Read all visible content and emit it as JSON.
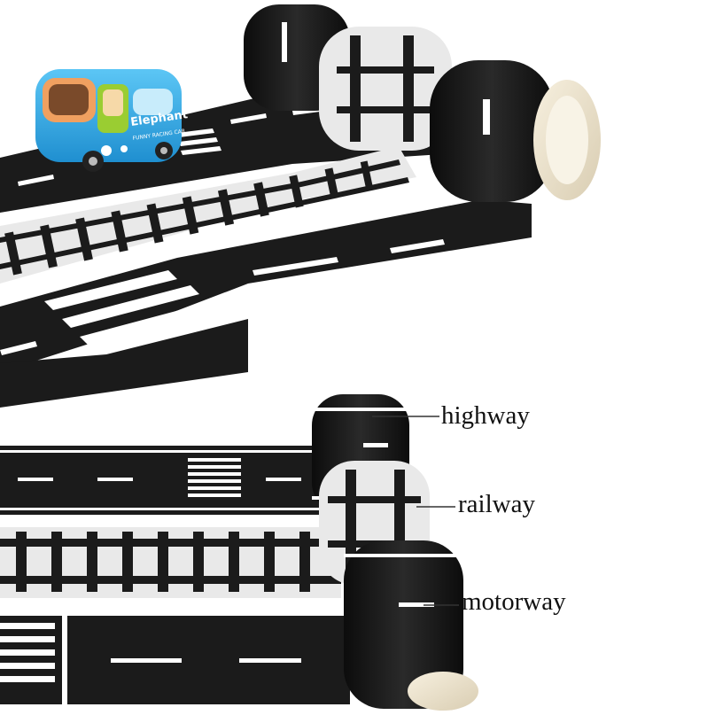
{
  "product": {
    "toy_car_brand": "Elephant",
    "toy_car_tagline": "FUNNY RACING CAR"
  },
  "callouts": {
    "highway": "highway",
    "railway": "railway",
    "motorway": "motorway"
  },
  "colors": {
    "tape_black": "#1b1b1b",
    "tape_white": "#ffffff",
    "rail_gray": "#e9e9e9",
    "car_blue": "#2fa9e6",
    "car_green": "#9acd32",
    "roll_core": "#efe7d5"
  }
}
